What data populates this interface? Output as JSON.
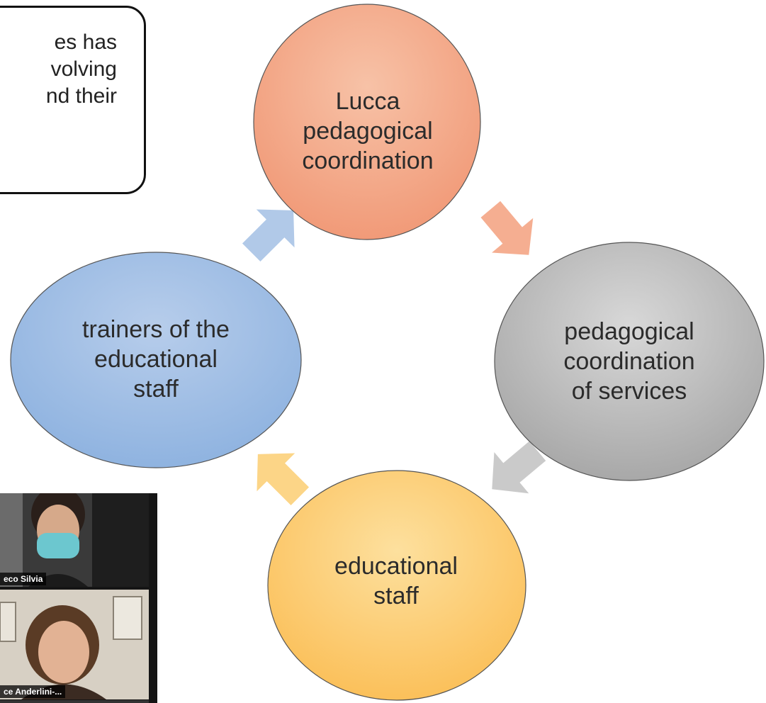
{
  "callout": {
    "lines": [
      "es has",
      "volving",
      "nd their"
    ]
  },
  "cycle": {
    "nodes": [
      {
        "id": "lucca",
        "lines": [
          "Lucca",
          "pedagogical",
          "coordination"
        ],
        "color": "#f4a585"
      },
      {
        "id": "services",
        "lines": [
          "pedagogical",
          "coordination",
          "of services"
        ],
        "color": "#bdbdbd"
      },
      {
        "id": "staff",
        "lines": [
          "educational",
          "staff"
        ],
        "color": "#fcc766"
      },
      {
        "id": "trainers",
        "lines": [
          "trainers of the",
          "educational",
          "staff"
        ],
        "color": "#9cbbe3"
      }
    ],
    "arrows": [
      {
        "from": "lucca",
        "to": "services",
        "color": "#f4a585"
      },
      {
        "from": "services",
        "to": "staff",
        "color": "#c4c4c4"
      },
      {
        "from": "staff",
        "to": "trainers",
        "color": "#fcd07a"
      },
      {
        "from": "trainers",
        "to": "lucca",
        "color": "#a9c3e6"
      }
    ]
  },
  "video_call": {
    "participants": [
      {
        "name": "eco Silvia"
      },
      {
        "name": "ce Anderlini-..."
      }
    ]
  }
}
